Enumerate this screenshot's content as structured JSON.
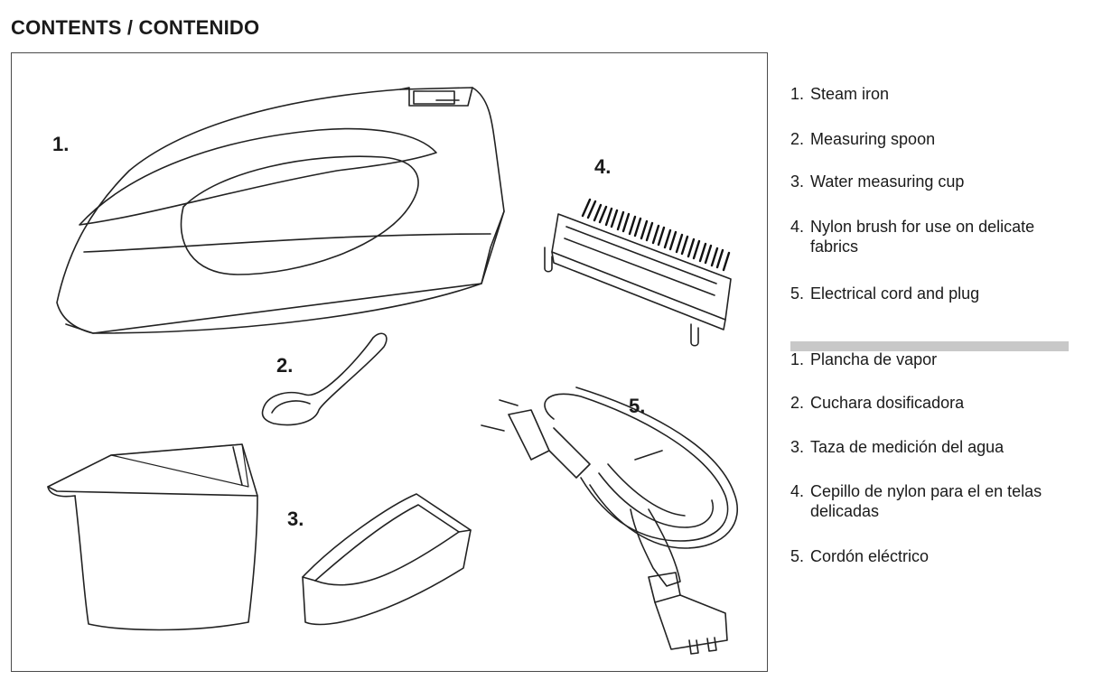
{
  "heading": "CONTENTS / CONTENIDO",
  "figure_labels": [
    "1.",
    "2.",
    "3.",
    "4.",
    "5."
  ],
  "english_items": [
    {
      "num": "1.",
      "text": "Steam iron"
    },
    {
      "num": "2.",
      "text": "Measuring spoon"
    },
    {
      "num": "3.",
      "text": "Water measuring cup"
    },
    {
      "num": "4.",
      "text": "Nylon brush for use on delicate fabrics"
    },
    {
      "num": "5.",
      "text": "Electrical cord and plug"
    }
  ],
  "spanish_items": [
    {
      "num": "1.",
      "text": "Plancha de vapor"
    },
    {
      "num": "2.",
      "text": "Cuchara dosificadora"
    },
    {
      "num": "3.",
      "text": "Taza de medición del agua"
    },
    {
      "num": "4.",
      "text": "Cepillo de nylon para el en telas delicadas"
    },
    {
      "num": "5.",
      "text": "Cordón eléctrico"
    }
  ]
}
